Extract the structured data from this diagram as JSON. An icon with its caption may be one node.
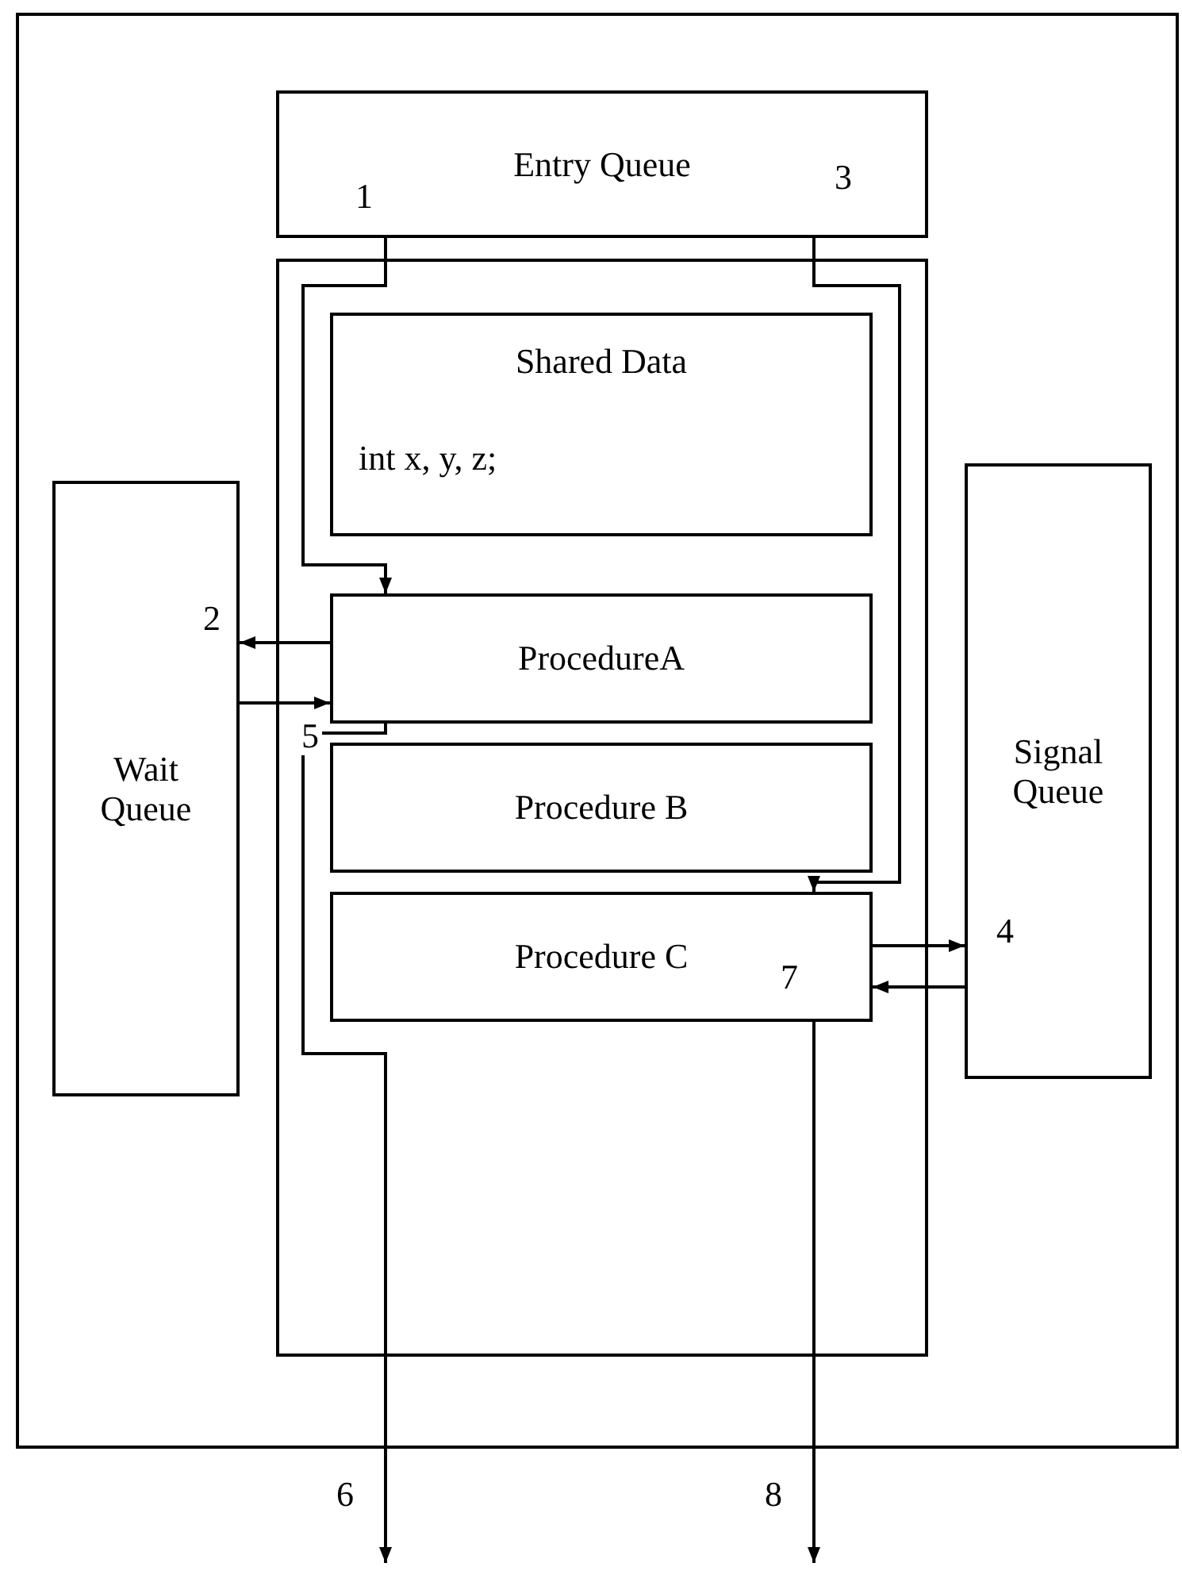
{
  "diagram": {
    "nodes": [
      {
        "text": [],
        "shape": "box"
      },
      {
        "text": [
          "Entry Queue"
        ],
        "in": 0
      },
      {
        "text": [],
        "shape": "box",
        "in": 0
      },
      {
        "text": [
          "Shared Data",
          "int x, y, z;"
        ],
        "in": 2
      },
      {
        "text": [
          "ProcedureA"
        ],
        "in": 2
      },
      {
        "text": [
          "Procedure B"
        ],
        "in": 2
      },
      {
        "text": [
          "Procedure C"
        ],
        "in": 2
      },
      {
        "text": [
          "Wait Queue"
        ],
        "in": 0
      },
      {
        "text": [
          "Signal Queue"
        ],
        "in": 0
      }
    ],
    "edges": [
      {
        "from": 1,
        "to": 4,
        "arrow": "to",
        "label": "1"
      },
      {
        "from": 4,
        "to": 7,
        "arrow": "to",
        "label": "2"
      },
      {
        "from": 1,
        "to": 6,
        "arrow": "to",
        "label": "3"
      },
      {
        "from": 6,
        "to": 8,
        "arrow": "to",
        "label": "4"
      },
      {
        "from": 7,
        "to": 4,
        "arrow": "to",
        "label": "5"
      },
      {
        "from": 4,
        "to": null,
        "arrow": "to",
        "label": "6"
      },
      {
        "from": 8,
        "to": 6,
        "arrow": "to",
        "label": "7"
      },
      {
        "from": 6,
        "to": null,
        "arrow": "to",
        "label": "8"
      }
    ]
  }
}
